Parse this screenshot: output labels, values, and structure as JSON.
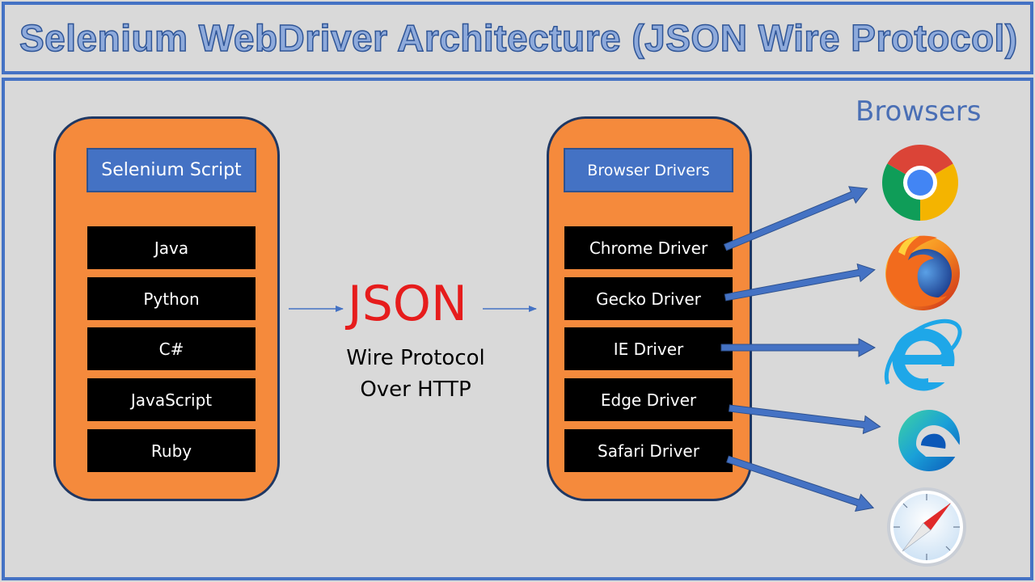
{
  "title": "Selenium WebDriver Architecture (JSON Wire Protocol)",
  "left_panel": {
    "header": "Selenium Script",
    "languages": [
      "Java",
      "Python",
      "C#",
      "JavaScript",
      "Ruby"
    ]
  },
  "middle": {
    "json": "JSON",
    "line1": "Wire Protocol",
    "line2": "Over HTTP"
  },
  "right_panel": {
    "header": "Browser Drivers",
    "drivers": [
      "Chrome Driver",
      "Gecko Driver",
      "IE Driver",
      "Edge Driver",
      "Safari Driver"
    ]
  },
  "browsers_label": "Browsers",
  "browser_icons": [
    "chrome-icon",
    "firefox-icon",
    "internet-explorer-icon",
    "edge-icon",
    "safari-icon"
  ],
  "colors": {
    "panel_fill": "#f58a3c",
    "header_fill": "#4472c4",
    "json_red": "#e61c1c",
    "arrow_blue": "#4472c4"
  }
}
